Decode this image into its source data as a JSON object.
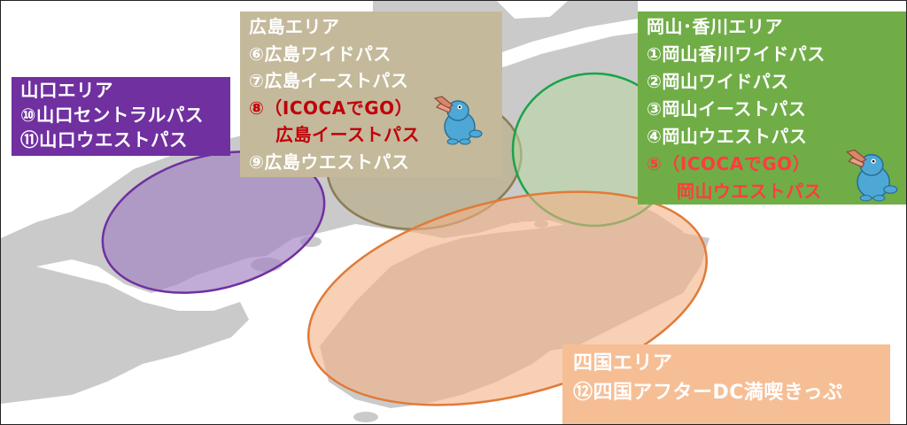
{
  "areas": {
    "yamaguchi": {
      "title": "山口エリア",
      "items": [
        "⑩山口セントラルパス",
        "⑪山口ウエストパス"
      ],
      "color": "#7030a0"
    },
    "hiroshima": {
      "title": "広島エリア",
      "items": [
        "⑥広島ワイドパス",
        "⑦広島イーストパス"
      ],
      "highlight_line1": "⑧（ICOCAでGO）",
      "highlight_line2": "広島イーストパス",
      "items_after": [
        "⑨広島ウエストパス"
      ],
      "color": "#c4b99a"
    },
    "okayama": {
      "title": "岡山･香川エリア",
      "items": [
        "①岡山香川ワイドパス",
        "②岡山ワイドパス",
        "③岡山イーストパス",
        "④岡山ウエストパス"
      ],
      "highlight_line1": "⑤（ICOCAでGO）",
      "highlight_line2": "岡山ウエストパス",
      "color": "#70ad47"
    },
    "shikoku": {
      "title": "四国エリア",
      "items": [
        "⑫四国アフターDC満喫きっぷ"
      ],
      "color": "#f6be95"
    }
  },
  "colors": {
    "land": "#c9c9c9",
    "highlight_text": "#c0000a",
    "mascot_body": "#4ea8d6"
  }
}
